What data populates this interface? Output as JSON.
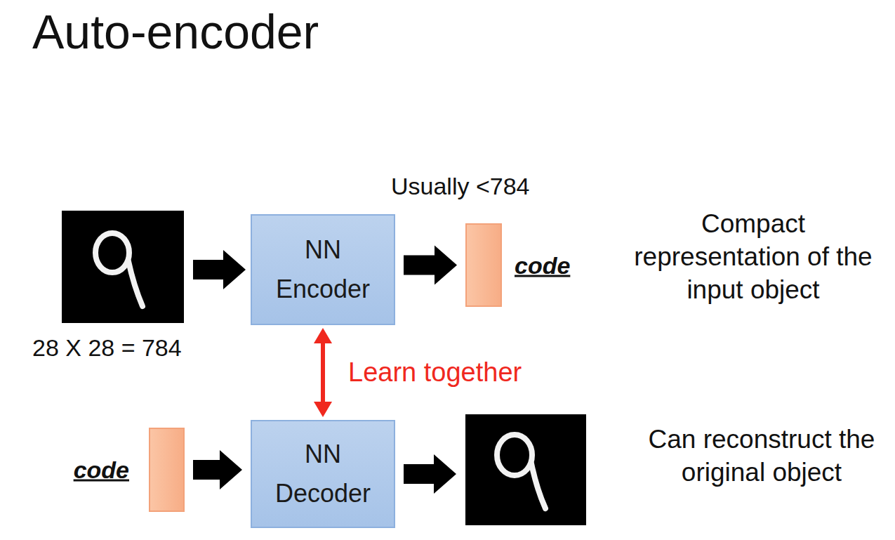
{
  "diagram": {
    "title": "Auto-encoder",
    "nodes": [
      {
        "text": [
          "NN Encoder"
        ]
      },
      {
        "text": [
          "code"
        ]
      },
      {
        "text": [
          "code"
        ]
      },
      {
        "text": [
          "NN Decoder"
        ]
      }
    ],
    "edges": [
      {
        "from": 0,
        "to": 1,
        "arrow": "to"
      },
      {
        "from": 2,
        "to": 3,
        "arrow": "to"
      },
      {
        "from": 0,
        "to": 3,
        "label": "Learn together",
        "arrow": "both"
      }
    ],
    "labels": [
      "Usually <784",
      "28 X 28 = 784",
      "Compact representation of the input object",
      "Can reconstruct the original object"
    ]
  }
}
